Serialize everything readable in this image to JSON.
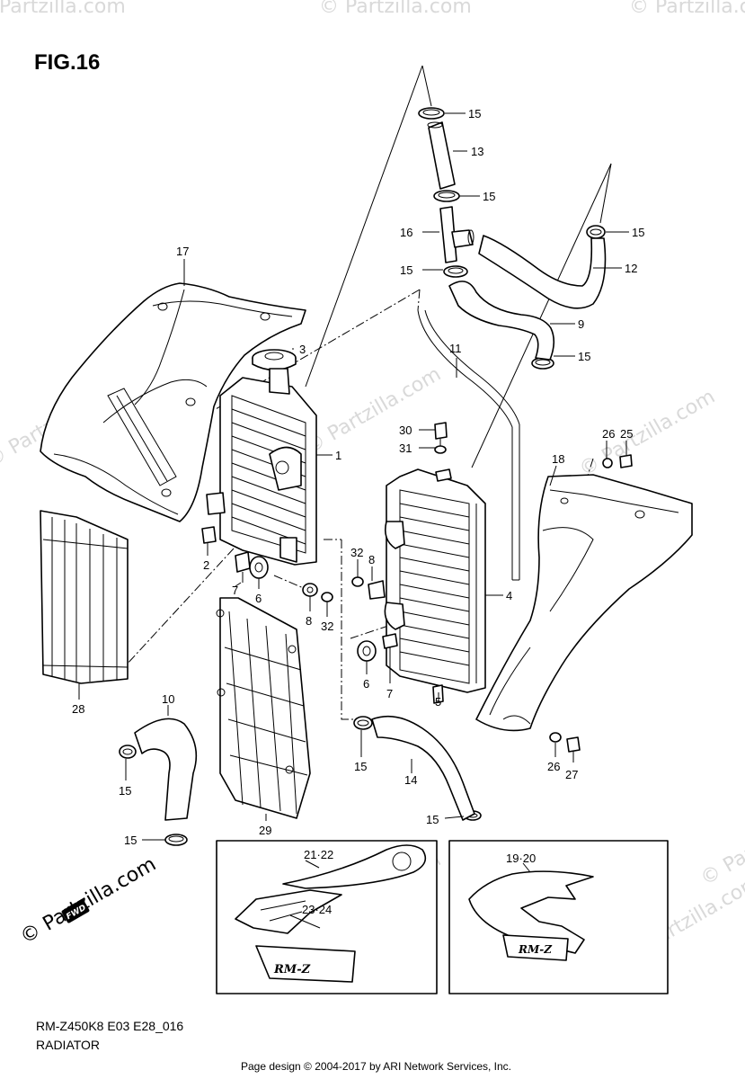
{
  "figure_title": "FIG.16",
  "model_code": "RM-Z450K8 E03 E28_016",
  "section_name": "RADIATOR",
  "page_credit": "Page design © 2004-2017 by ARI Network Services, Inc.",
  "watermark": "© Partzilla.com",
  "side_logo": "© Partzilla.com",
  "fwd_badge": "FWD",
  "decal_text_1": "RM-Z",
  "decal_text_2": "RM-Z",
  "callouts": {
    "c1": "1",
    "c2": "2",
    "c3": "3",
    "c4": "4",
    "c5": "5",
    "c6a": "6",
    "c6b": "6",
    "c7a": "7",
    "c7b": "7",
    "c8a": "8",
    "c8b": "8",
    "c9": "9",
    "c10": "10",
    "c11": "11",
    "c12": "12",
    "c13": "13",
    "c14": "14",
    "c15a": "15",
    "c15b": "15",
    "c15c": "15",
    "c15d": "15",
    "c15e": "15",
    "c15f": "15",
    "c15g": "15",
    "c15h": "15",
    "c15i": "15",
    "c16": "16",
    "c17": "17",
    "c18": "18",
    "c1920": "19·20",
    "c2122": "21·22",
    "c2324": "23·24",
    "c25": "25",
    "c26a": "26",
    "c26b": "26",
    "c27": "27",
    "c28": "28",
    "c29": "29",
    "c30": "30",
    "c31": "31",
    "c32a": "32",
    "c32b": "32"
  }
}
